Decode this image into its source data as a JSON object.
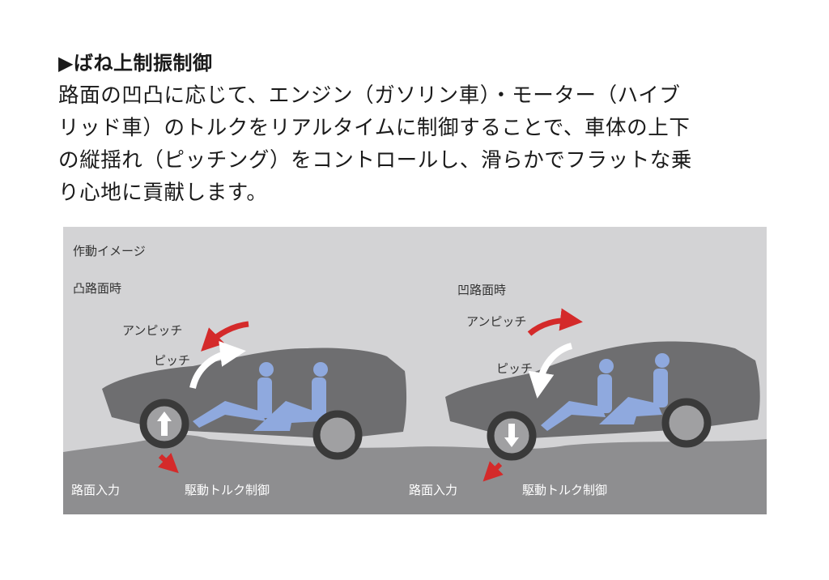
{
  "heading": "▶ばね上制振制御",
  "paragraph_lines": [
    "路面の凹凸に応じて、エンジン（ガソリン車）・モーター（ハイブ",
    "リッド車）のトルクをリアルタイムに制御することで、車体の上下",
    "の縦揺れ（ピッチング）をコントロールし、滑らかでフラットな乗",
    "り心地に貢献します。"
  ],
  "diagram": {
    "caption": "作動イメージ",
    "left": {
      "title": "凸路面時",
      "unpitch": "アンピッチ",
      "pitch": "ピッチ",
      "road_input": "路面入力",
      "torque": "駆動トルク制御"
    },
    "right": {
      "title": "凹路面時",
      "unpitch": "アンピッチ",
      "pitch": "ピッチ",
      "road_input": "路面入力",
      "torque": "駆動トルク制御"
    }
  },
  "colors": {
    "background": "#d3d3d5",
    "ground": "#8e8e90",
    "car": "#6e6e70",
    "occupant": "#8fa9de",
    "red_arrow": "#d42a2a"
  }
}
